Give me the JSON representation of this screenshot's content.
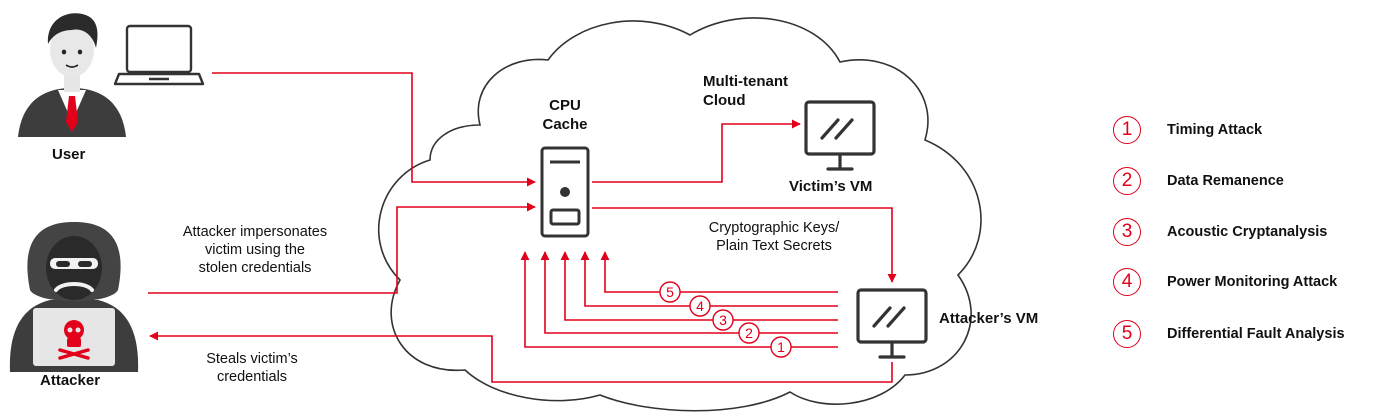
{
  "labels": {
    "user": "User",
    "attacker": "Attacker",
    "cpu_cache": [
      "CPU",
      "Cache"
    ],
    "multi_tenant_cloud": [
      "Multi-tenant",
      "Cloud"
    ],
    "victims_vm": "Victim’s VM",
    "attackers_vm": "Attacker’s VM",
    "crypto_keys": [
      "Cryptographic Keys/",
      "Plain Text Secrets"
    ],
    "impersonates": [
      "Attacker impersonates",
      "victim using the",
      "stolen credentials"
    ],
    "steals": [
      "Steals victim’s",
      "credentials"
    ]
  },
  "channel_badges": [
    "5",
    "4",
    "3",
    "2",
    "1"
  ],
  "legend": [
    {
      "num": "1",
      "label": "Timing Attack"
    },
    {
      "num": "2",
      "label": "Data Remanence"
    },
    {
      "num": "3",
      "label": "Acoustic Cryptanalysis"
    },
    {
      "num": "4",
      "label": "Power Monitoring Attack"
    },
    {
      "num": "5",
      "label": "Differential Fault Analysis"
    }
  ],
  "colors": {
    "accent": "#e2001a",
    "ink": "#333333"
  }
}
